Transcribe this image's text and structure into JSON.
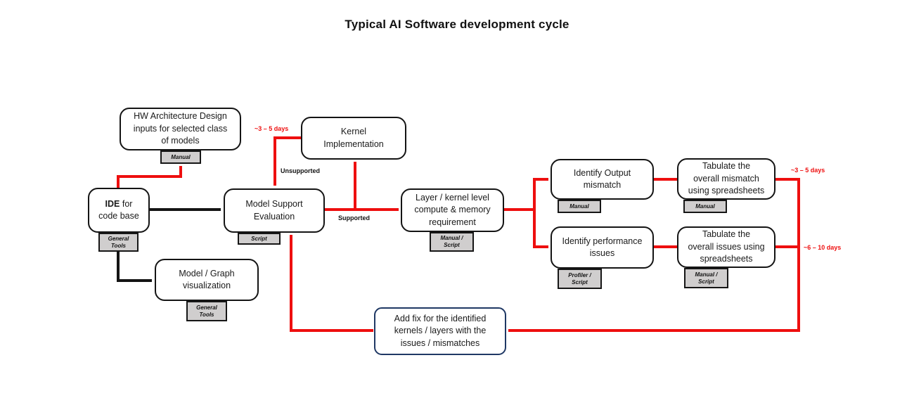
{
  "title": "Typical AI Software development cycle",
  "colors": {
    "accent_red": "#ee0f0f",
    "line_black": "#141414",
    "addfix_border_navy": "#1f3864",
    "tag_background": "#d0cece"
  },
  "nodes": {
    "hw_arch": {
      "label": "HW Architecture Design\ninputs for selected class\nof models",
      "tag": "Manual"
    },
    "ide": {
      "label_bold": "IDE",
      "label_line1_rest": "for",
      "label_line2": "code base",
      "tag": "General\nTools"
    },
    "model_graph": {
      "label": "Model / Graph\nvisualization",
      "tag": "General\nTools"
    },
    "model_support": {
      "label": "Model Support\nEvaluation",
      "tag": "Script"
    },
    "kernel_impl": {
      "label": "Kernel\nImplementation"
    },
    "layer_kernel": {
      "label": "Layer / kernel level\ncompute & memory\nrequirement",
      "tag": "Manual /\nScript"
    },
    "identify_output": {
      "label": "Identify Output\nmismatch",
      "tag": "Manual"
    },
    "tabulate_mismatch": {
      "label": "Tabulate the\noverall mismatch\nusing spreadsheets",
      "tag": "Manual"
    },
    "identify_perf": {
      "label": "Identify performance\nissues",
      "tag": "Profiler /\nScript"
    },
    "tabulate_issues": {
      "label": "Tabulate the\noverall issues using\nspreadsheets",
      "tag": "Manual /\nScript"
    },
    "add_fix": {
      "label": "Add fix for the identified\nkernels / layers with the\nissues / mismatches"
    }
  },
  "edge_labels": {
    "kernel_duration": "~3 – 5 days",
    "unsupported": "Unsupported",
    "supported": "Supported",
    "mismatch_duration": "~3 – 5 days",
    "issues_duration": "~6 – 10 days"
  }
}
